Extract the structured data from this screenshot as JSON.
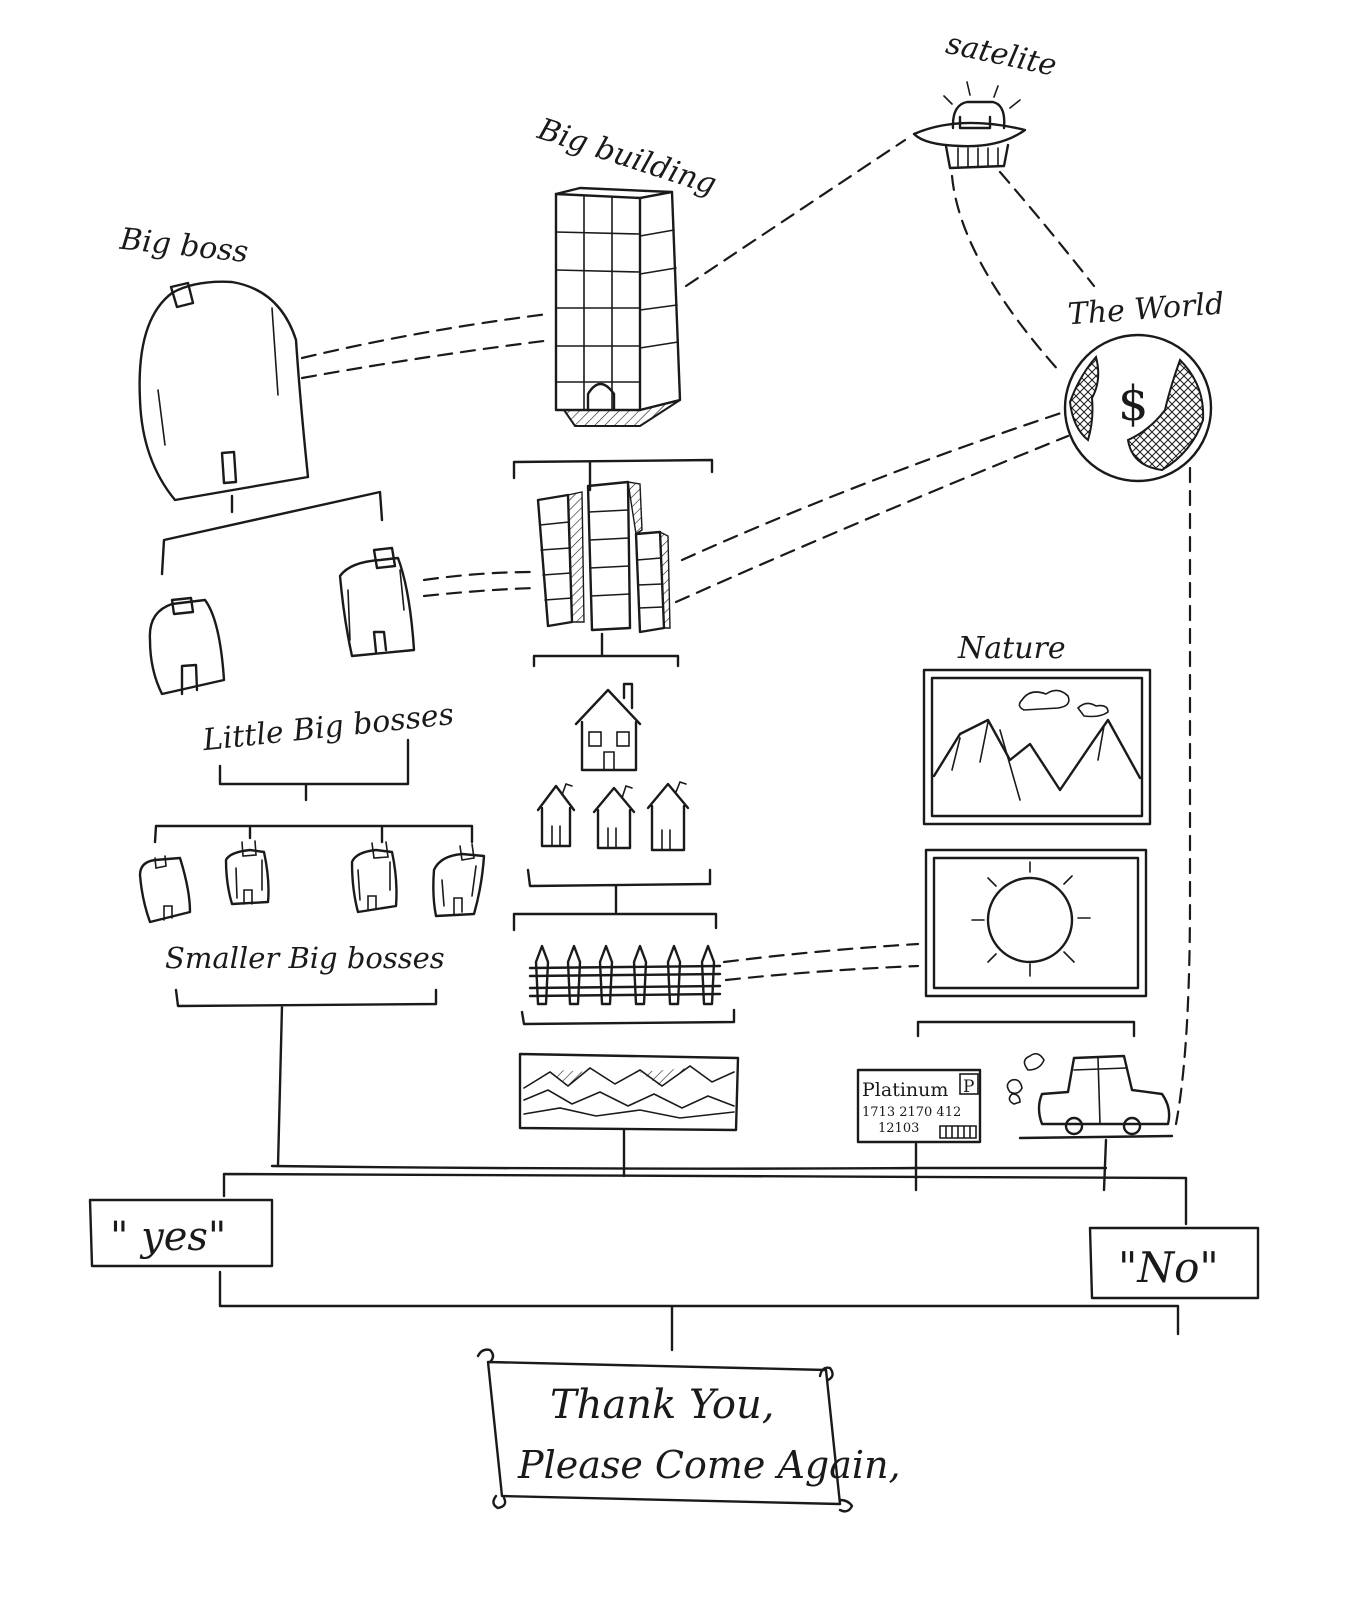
{
  "labels": {
    "satellite": "satelite",
    "big_building": "Big building",
    "big_boss": "Big boss",
    "the_world": "The World",
    "little_big_bosses": "Little Big bosses",
    "nature": "Nature",
    "smaller_big_bosses": "Smaller Big bosses",
    "yes": "\" yes\"",
    "no": "\"No\"",
    "thank_you_line1": "Thank You,",
    "thank_you_line2": "Please Come Again,"
  },
  "icons": {
    "world_symbol": "$",
    "card_brand": "Platinum",
    "card_badge": "P",
    "card_number": "1713 2170 412",
    "card_code": "12103"
  },
  "colors": {
    "ink": "#1a1a1a",
    "paper": "#ffffff"
  }
}
